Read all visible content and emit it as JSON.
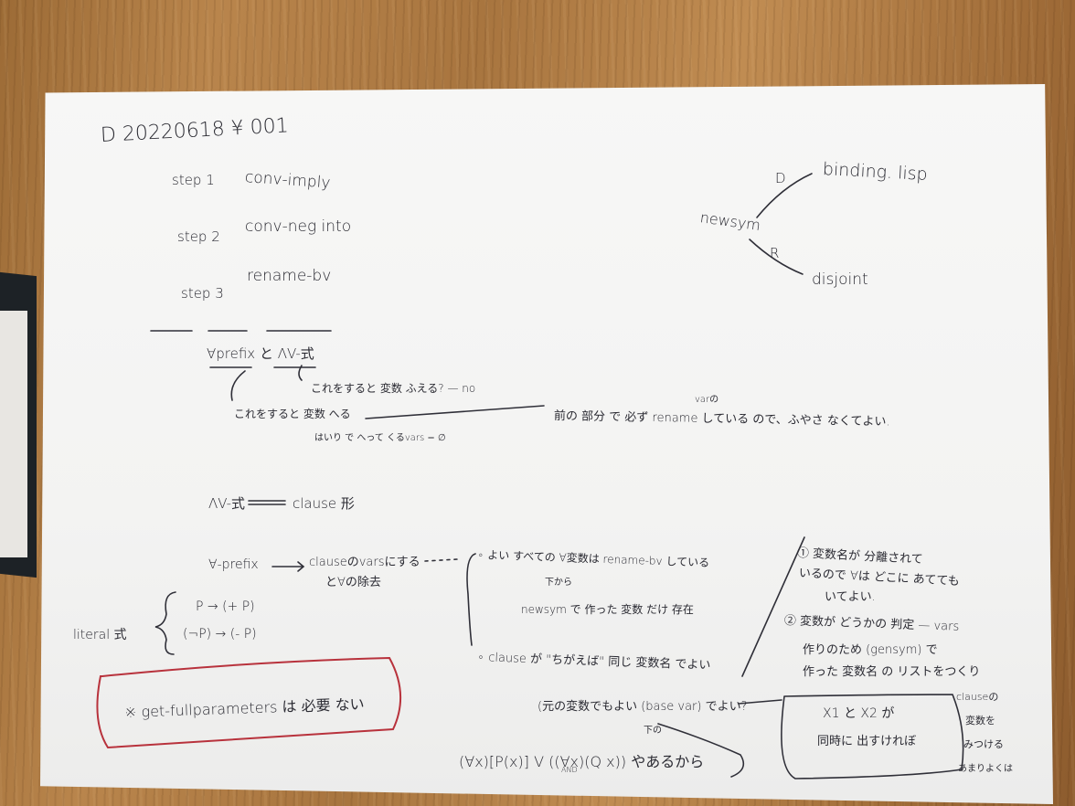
{
  "header": {
    "doc_id": "D 20220618 ¥ 001"
  },
  "steps": [
    {
      "label": "step 1",
      "text": "conv-imply"
    },
    {
      "label": "step 2",
      "text": "conv-neg into"
    },
    {
      "label": "step 3",
      "text": "rename-bv"
    }
  ],
  "branch": {
    "root": "newsym",
    "top_label": "D",
    "top_leaf": "binding. lisp",
    "bottom_label": "R",
    "bottom_leaf": "disjoint"
  },
  "prefix": {
    "heading": "∀prefix と ΛV-式",
    "q1": "これをすると 変数 ふえる? — no",
    "q2": "これをすると 変数 へる",
    "q2_sub": "はいり で へって くるvars = ∅",
    "sidenote_small": "varの",
    "sidenote": "前の 部分 で 必ず rename している ので、ふやさ なくてよい."
  },
  "forms": {
    "clause_line": "ΛV-式 ═ clause 形",
    "forall_line": "∀-prefix ⟶ clauseのvarsにする と∀の除去",
    "literal_label": "literal 式",
    "literal_1": "P → (+ P)",
    "literal_2": "(¬P) → (- P)"
  },
  "notes": {
    "note_a": "∘ よい すべての ∀変数は rename-bv している",
    "note_a_sub": "下から",
    "note_a2": "newsym で 作った 変数 だけ 存在",
    "note_b": "∘ clause が \"ちがえば\" 同じ 変数名 でよい",
    "note_c": "(元の変数でもよい (base var) でよい?",
    "note_c_sub": "下の",
    "formula": "(∀x)[P(x)] V ((∀x)(Q x)) やあるから",
    "formula_sub": "AND"
  },
  "right_notes": {
    "item1_a": "① 変数名が 分離されて",
    "item1_b": "いるので ∀は どこに あてても",
    "item1_c": "いてよい.",
    "item2_a": "② 変数が どうかの 判定 — vars",
    "item2_b": "作りのため (gensym) で",
    "item2_c": "作った 変数名 の リストをつくり",
    "box_a": "X1 と X2 が",
    "box_b": "同時に 出すけれぼ",
    "side_a": "clauseの",
    "side_b": "変数を",
    "side_c": "みつける",
    "side_d": "あまりよくは"
  },
  "boxed": {
    "text": "※ get-fullparameters は 必要 ない"
  }
}
